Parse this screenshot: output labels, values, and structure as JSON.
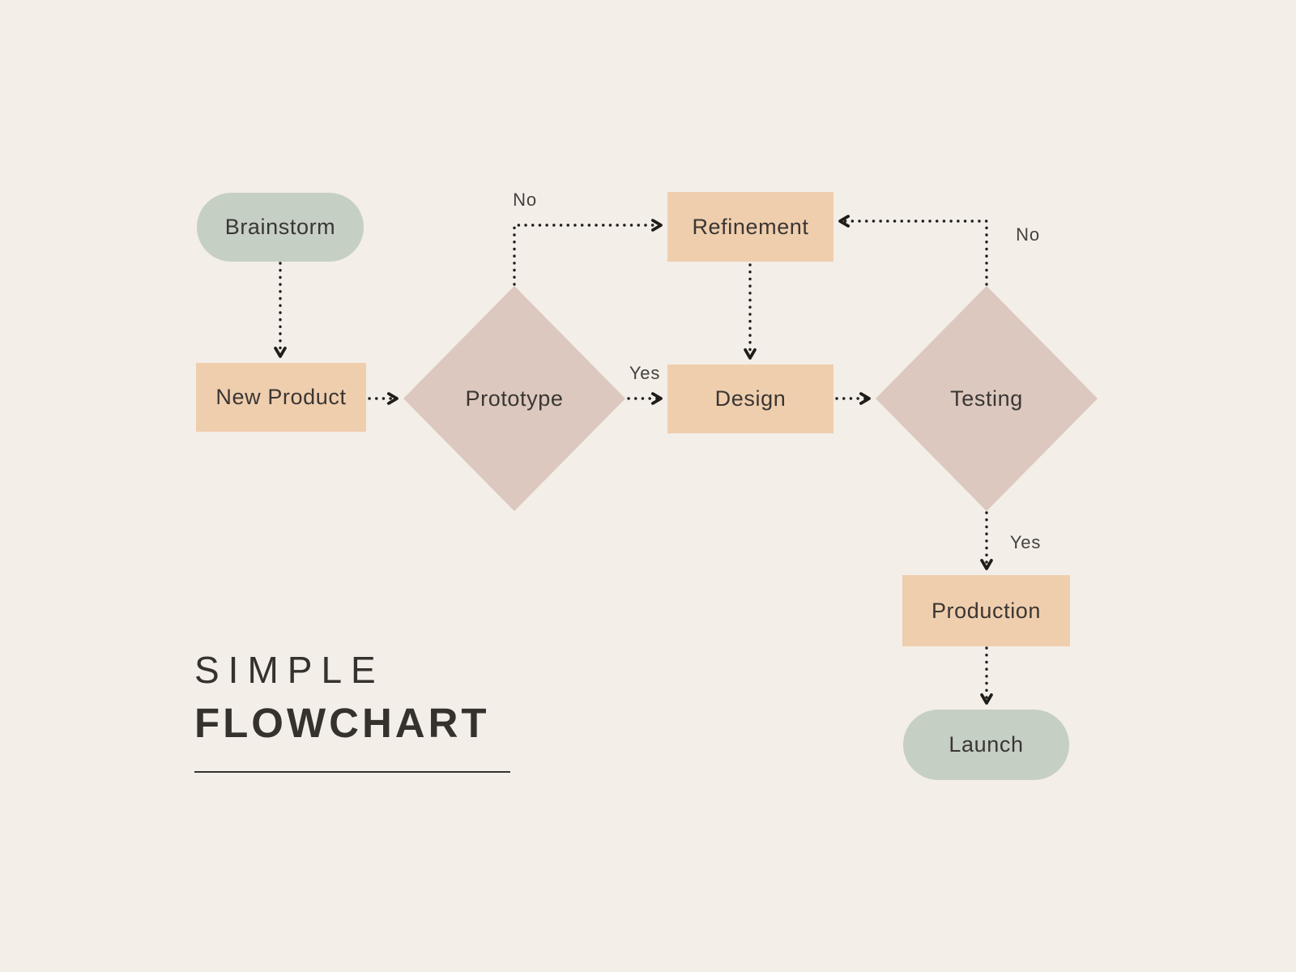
{
  "colors": {
    "background": "#f3eee7",
    "terminal-fill": "#c5cfc4",
    "process-fill": "#efceae",
    "decision-fill": "#dcc8bf",
    "node-text": "#3a3633",
    "label-text": "#45413c",
    "line": "#1f1d1a",
    "title-text": "#35322e"
  },
  "title": {
    "line1": "SIMPLE",
    "line2": "FLOWCHART"
  },
  "nodes": [
    {
      "id": "brainstorm",
      "label": "Brainstorm",
      "shape": "pill"
    },
    {
      "id": "new-product",
      "label": "New Product",
      "shape": "rect"
    },
    {
      "id": "prototype",
      "label": "Prototype",
      "shape": "diamond"
    },
    {
      "id": "refinement",
      "label": "Refinement",
      "shape": "rect"
    },
    {
      "id": "design",
      "label": "Design",
      "shape": "rect"
    },
    {
      "id": "testing",
      "label": "Testing",
      "shape": "diamond"
    },
    {
      "id": "production",
      "label": "Production",
      "shape": "rect"
    },
    {
      "id": "launch",
      "label": "Launch",
      "shape": "pill"
    }
  ],
  "edge_labels": [
    {
      "id": "prototype-no",
      "text": "No"
    },
    {
      "id": "prototype-yes",
      "text": "Yes"
    },
    {
      "id": "testing-no",
      "text": "No"
    },
    {
      "id": "testing-yes",
      "text": "Yes"
    }
  ]
}
